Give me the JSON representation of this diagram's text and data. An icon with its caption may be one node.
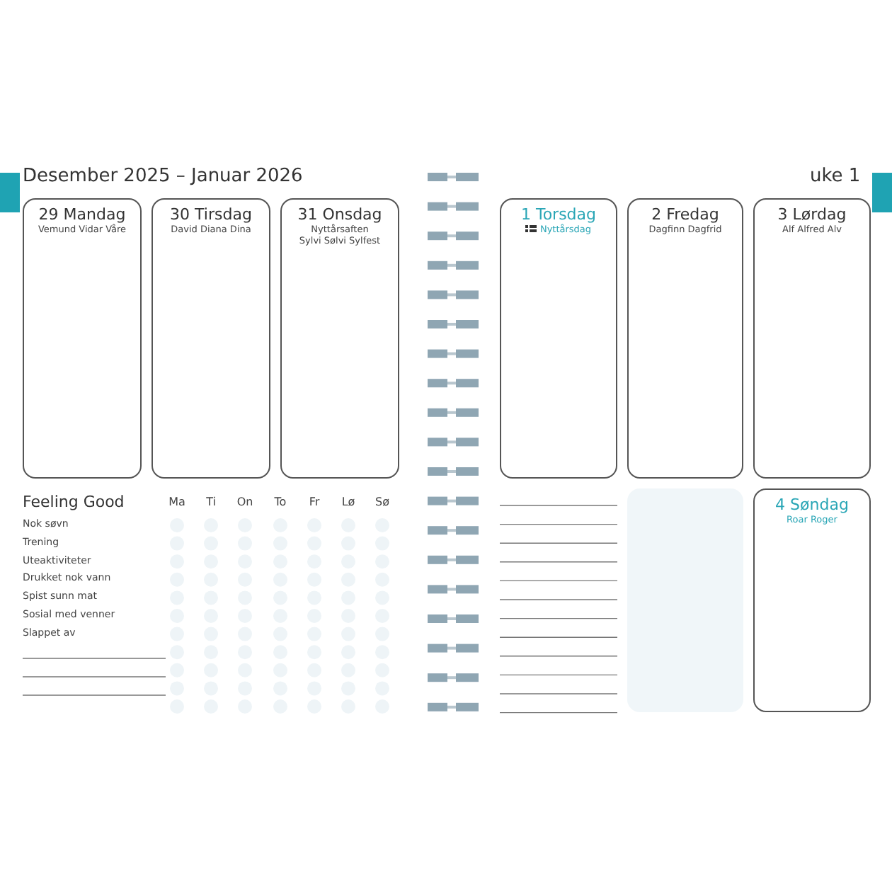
{
  "diagram": {
    "title": "Desember 2025 – Januar 2026",
    "nodes": [
      {
        "text": [
          "29 Mandag",
          "Vemund Vidar Våre"
        ]
      },
      {
        "text": [
          "30 Tirsdag",
          "David Diana Dina"
        ]
      },
      {
        "text": [
          "31 Onsdag",
          "Nyttårsaften",
          "Sylvi Sølvi Sylfest"
        ]
      },
      {
        "text": [
          "1 Torsdag",
          "Nyttårsdag"
        ]
      },
      {
        "text": [
          "2 Fredag",
          "Dagfinn Dagfrid"
        ]
      },
      {
        "text": [
          "3 Lørdag",
          "Alf Alfred Alv"
        ]
      },
      {
        "text": [],
        "shape": "box"
      },
      {
        "text": [
          "4 Søndag",
          "Roar Roger"
        ]
      }
    ],
    "edges": [],
    "labels": [
      "uke 1",
      "Feeling Good",
      "Ma",
      "Ti",
      "On",
      "To",
      "Fr",
      "Lø",
      "Sø",
      "Nok søvn",
      "Trening",
      "Uteaktiviteter",
      "Drukket nok vann",
      "Spist sunn mat",
      "Sosial med venner",
      "Slappet av"
    ]
  }
}
